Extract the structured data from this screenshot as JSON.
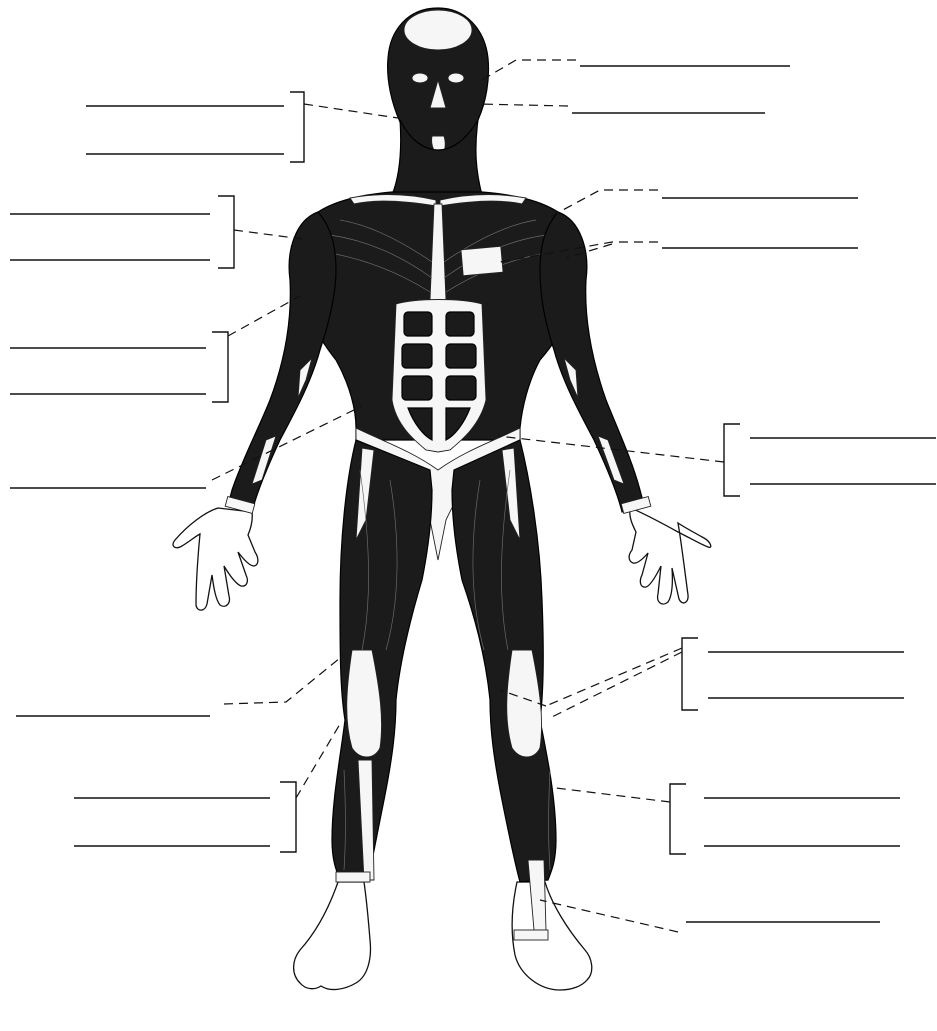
{
  "worksheet": {
    "labels": [
      {
        "id": "head-upper",
        "text": ""
      },
      {
        "id": "head-lower",
        "text": ""
      },
      {
        "id": "neck-left-a",
        "text": ""
      },
      {
        "id": "neck-left-b",
        "text": ""
      },
      {
        "id": "shoulder-left-a",
        "text": ""
      },
      {
        "id": "shoulder-left-b",
        "text": ""
      },
      {
        "id": "arm-left-a",
        "text": ""
      },
      {
        "id": "arm-left-b",
        "text": ""
      },
      {
        "id": "forearm-left",
        "text": ""
      },
      {
        "id": "chest-right",
        "text": ""
      },
      {
        "id": "deltoid-right",
        "text": ""
      },
      {
        "id": "abdomen-right-a",
        "text": ""
      },
      {
        "id": "abdomen-right-b",
        "text": ""
      },
      {
        "id": "thigh-left",
        "text": ""
      },
      {
        "id": "knee-right-a",
        "text": ""
      },
      {
        "id": "knee-right-b",
        "text": ""
      },
      {
        "id": "shin-left-a",
        "text": ""
      },
      {
        "id": "shin-left-b",
        "text": ""
      },
      {
        "id": "calf-right-a",
        "text": ""
      },
      {
        "id": "calf-right-b",
        "text": ""
      },
      {
        "id": "ankle-right",
        "text": ""
      }
    ]
  },
  "colors": {
    "muscle": "#1b1b1b",
    "tendon": "#f6f6f6",
    "line": "#111111",
    "background": "#ffffff"
  }
}
